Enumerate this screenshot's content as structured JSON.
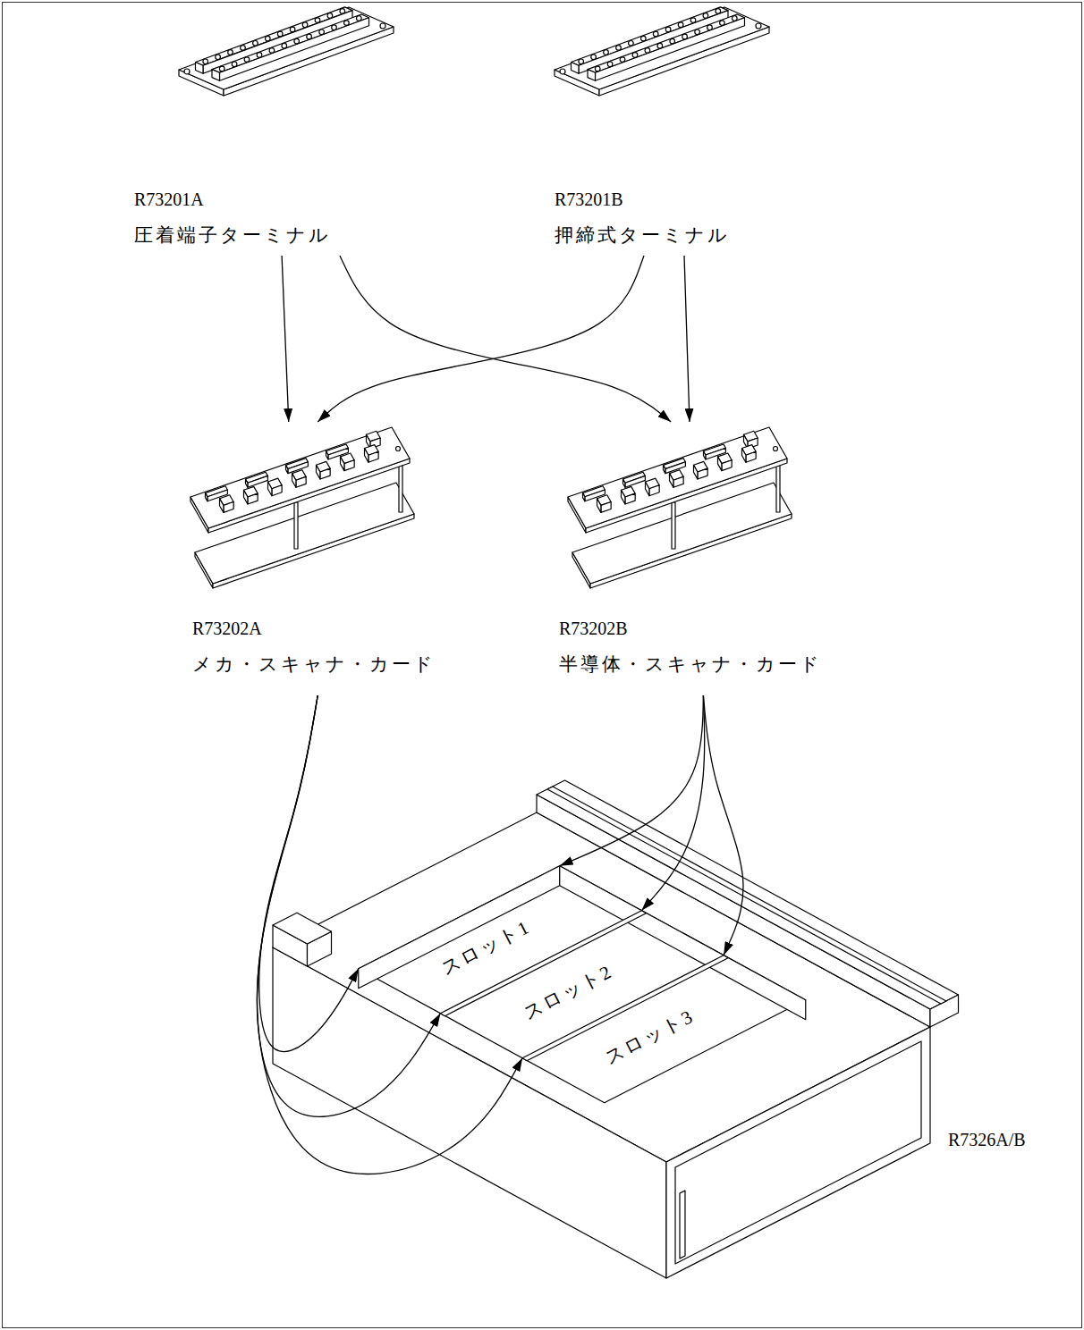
{
  "diagram": {
    "nodes": [
      {
        "text": [
          "R73201A",
          "圧着端子ターミナル"
        ]
      },
      {
        "text": [
          "R73201B",
          "押締式ターミナル"
        ]
      },
      {
        "text": [
          "R73202A",
          "メカ・スキャナ・カード"
        ]
      },
      {
        "text": [
          "R73202B",
          "半導体・スキャナ・カード"
        ]
      },
      {
        "text": [
          "R7326A/B"
        ]
      },
      {
        "text": [
          "スロット1"
        ],
        "in": 4
      },
      {
        "text": [
          "スロット2"
        ],
        "in": 4
      },
      {
        "text": [
          "スロット3"
        ],
        "in": 4
      }
    ],
    "edges": [
      {
        "from": 0,
        "to": 2,
        "arrow": "to"
      },
      {
        "from": 0,
        "to": 3,
        "arrow": "to"
      },
      {
        "from": 1,
        "to": 2,
        "arrow": "to"
      },
      {
        "from": 1,
        "to": 3,
        "arrow": "to"
      },
      {
        "from": 2,
        "to": 5,
        "arrow": "to"
      },
      {
        "from": 2,
        "to": 6,
        "arrow": "to"
      },
      {
        "from": 2,
        "to": 7,
        "arrow": "to"
      },
      {
        "from": 3,
        "to": 5,
        "arrow": "to"
      },
      {
        "from": 3,
        "to": 6,
        "arrow": "to"
      },
      {
        "from": 3,
        "to": 7,
        "arrow": "to"
      }
    ]
  }
}
